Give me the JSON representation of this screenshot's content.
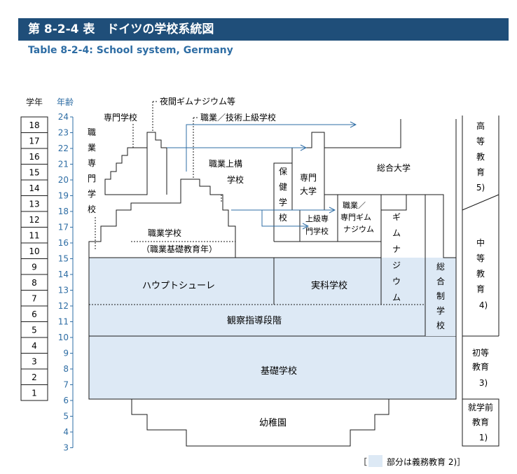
{
  "header": {
    "title": "第 8-2-4 表　ドイツの学校系統図",
    "subtitle": "Table 8-2-4: School system, Germany"
  },
  "axis": {
    "grade_label": "学年",
    "age_label": "年齢",
    "grades": [
      18,
      17,
      16,
      15,
      14,
      13,
      12,
      11,
      10,
      9,
      8,
      7,
      6,
      5,
      4,
      3,
      2,
      1
    ],
    "ages": [
      24,
      23,
      22,
      21,
      20,
      19,
      18,
      17,
      16,
      15,
      14,
      13,
      12,
      11,
      10,
      9,
      8,
      7,
      6,
      5,
      4,
      3
    ]
  },
  "schools": {
    "abend_gym": "夜間ギムナジウム等",
    "fachschule": "専門学校",
    "beruf_technik_ober": "職業／技術上級学校",
    "berufsfach_chars": [
      "職",
      "業",
      "専",
      "門",
      "学",
      "校"
    ],
    "beruf_aufbau_1": "職業上構",
    "beruf_aufbau_2": "学校",
    "gesamthochschule": "総合大学",
    "hoken_chars": [
      "保",
      "健",
      "学",
      "校"
    ],
    "fachhoch_1": "専門",
    "fachhoch_2": "大学",
    "fachober_1": "上級専",
    "fachober_2": "門学校",
    "berufsgym_1": "職業／",
    "berufsgym_2": "専門ギム",
    "berufsgym_3": "ナジウム",
    "gymnasium_chars": [
      "ギ",
      "ム",
      "ナ",
      "ジ",
      "ウ",
      "ム"
    ],
    "berufsschule": "職業学校",
    "berufsgrund": "（職業基礎教育年）",
    "hauptschule": "ハウプトシューレ",
    "realschule": "実科学校",
    "orientierung": "観察指導段階",
    "gesamtschule_chars": [
      "総",
      "合",
      "制",
      "学",
      "校"
    ],
    "grundschule": "基礎学校",
    "kindergarten": "幼稚園"
  },
  "levels": {
    "higher_chars": [
      "高",
      "等",
      "教",
      "育"
    ],
    "higher_note": "5)",
    "secondary_chars": [
      "中",
      "等",
      "教",
      "育"
    ],
    "secondary_note": "4)",
    "primary_1": "初等",
    "primary_2": "教育",
    "primary_note": "3)",
    "preschool_1": "就学前",
    "preschool_2": "教育",
    "preschool_note": "1)"
  },
  "legend": {
    "open": "［",
    "text": "部分は義務教育 2)］"
  },
  "colors": {
    "header_bg": "#1f4e79",
    "subtitle": "#2e6da4",
    "axis_blue": "#2e6da4",
    "compulsory": "#dde9f5",
    "arrow": "#2e6da4"
  }
}
